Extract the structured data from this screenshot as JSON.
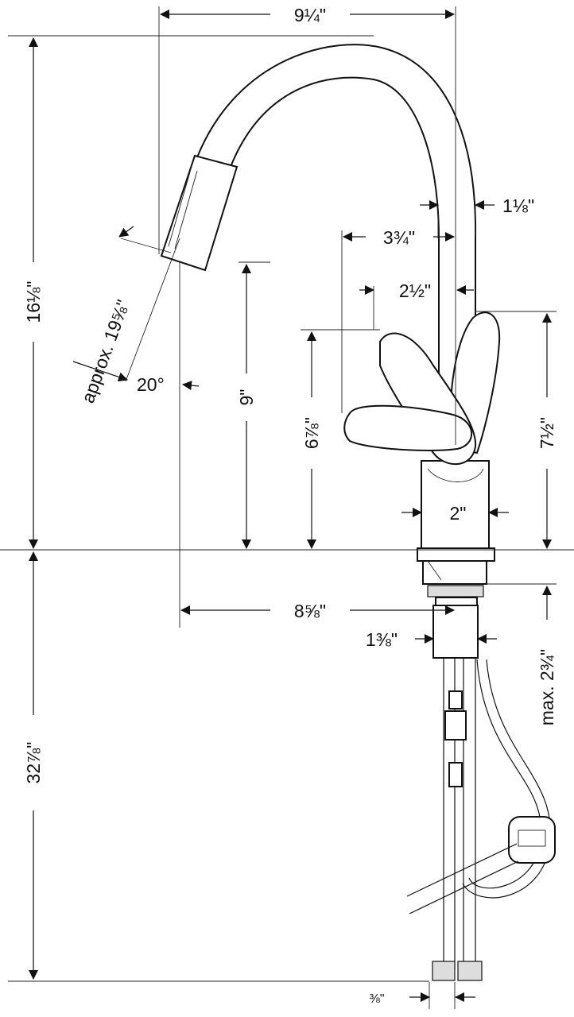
{
  "dimensions": {
    "spout_reach_width": "9¼\"",
    "spout_tube_dia": "1⅛\"",
    "handle_offset_large": "3¾\"",
    "handle_offset_small": "2½\"",
    "spray_reach": "approx. 19⅝\"",
    "spray_angle": "20°",
    "spout_clearance": "9\"",
    "handle_height": "6⅞\"",
    "lever_height": "7½\"",
    "above_deck_height": "16⅛\"",
    "base_width": "2\"",
    "spout_projection": "8⅝\"",
    "shank_dia": "1⅜\"",
    "max_deck_thickness": "max. 2¾\"",
    "below_deck_length": "32⅞\"",
    "supply_connection": "⅜\""
  }
}
